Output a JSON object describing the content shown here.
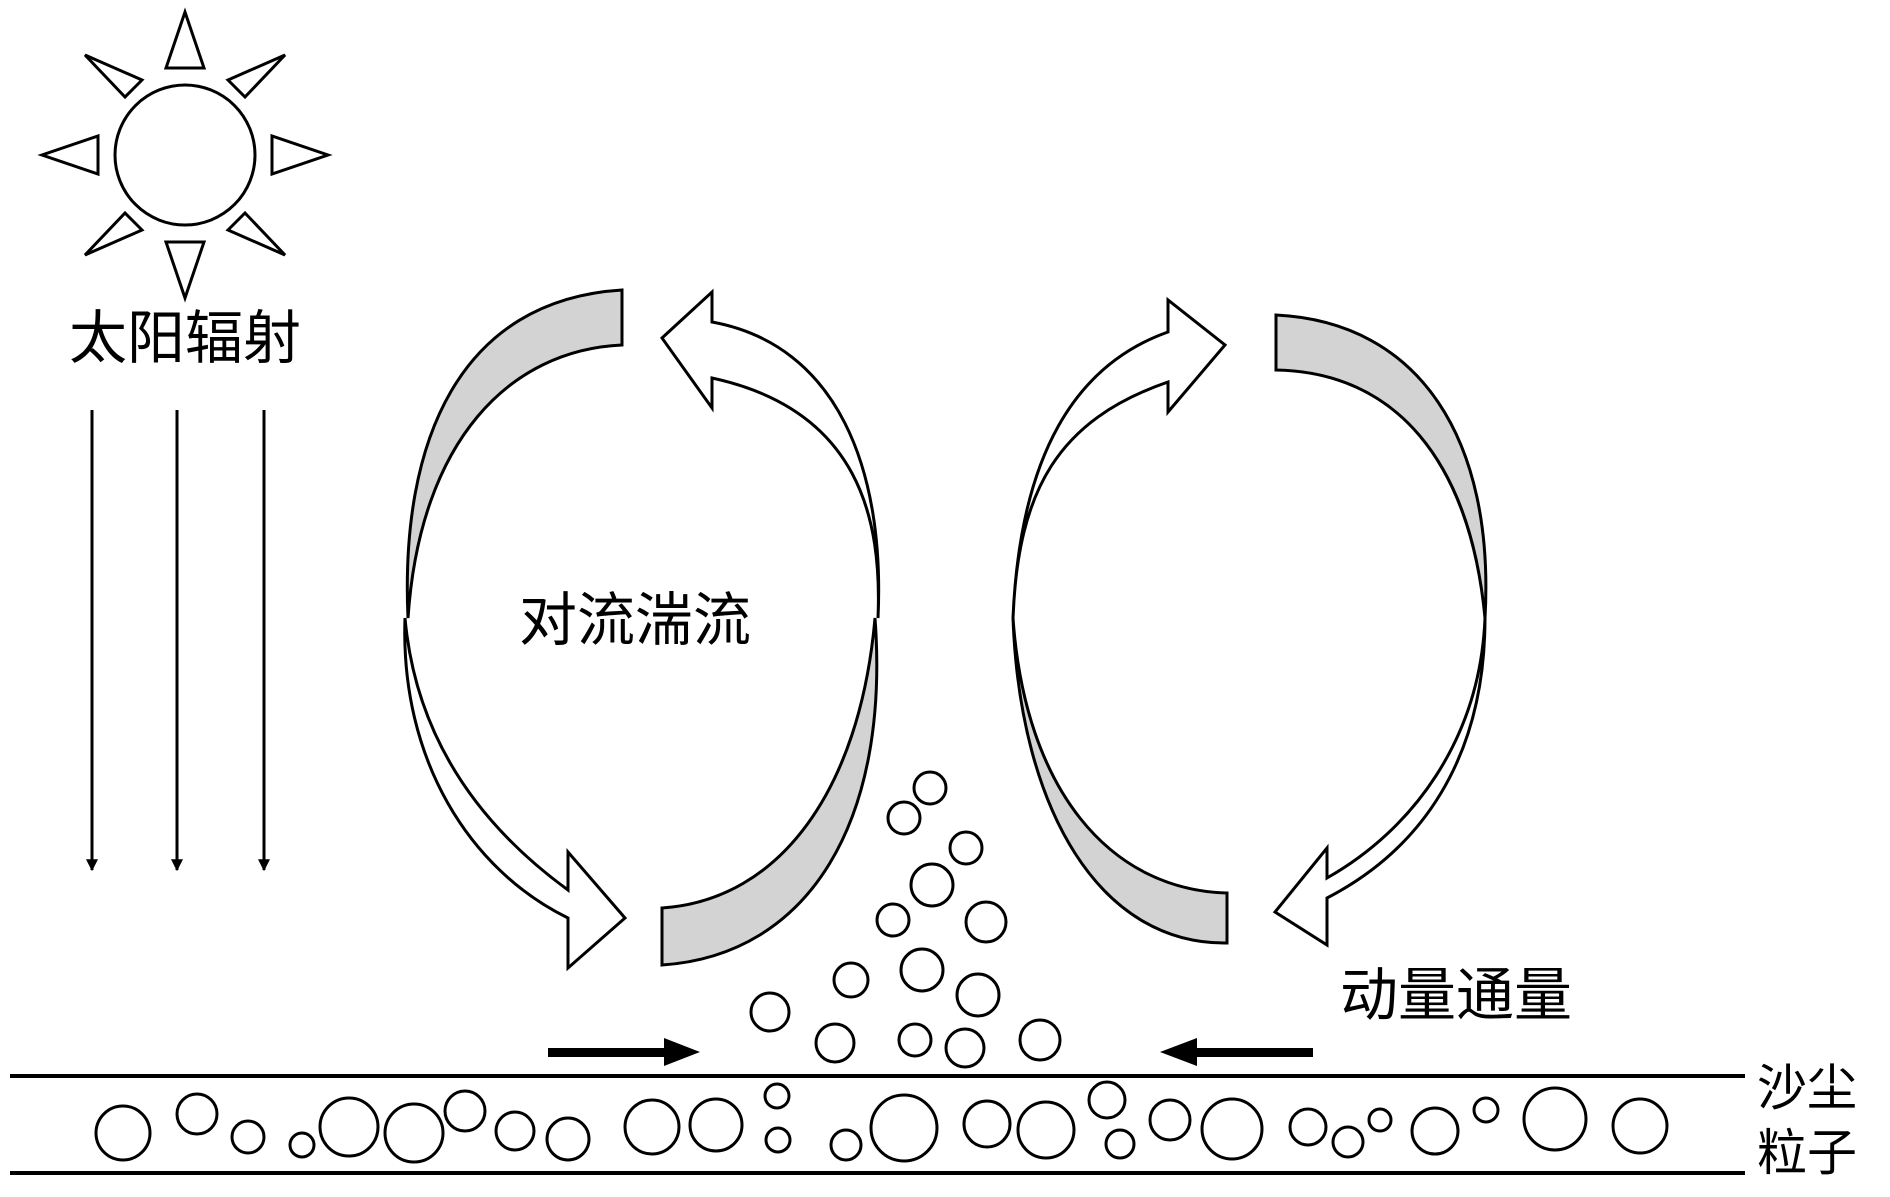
{
  "labels": {
    "solar_radiation": "太阳辐射",
    "convective_turbulence": "对流湍流",
    "momentum_flux": "动量通量",
    "sand_dust_particles_line1": "沙尘",
    "sand_dust_particles_line2": "粒子"
  },
  "colors": {
    "stroke": "#000000",
    "shaded_arrow_fill": "#d3d3d3",
    "background": "#ffffff"
  }
}
